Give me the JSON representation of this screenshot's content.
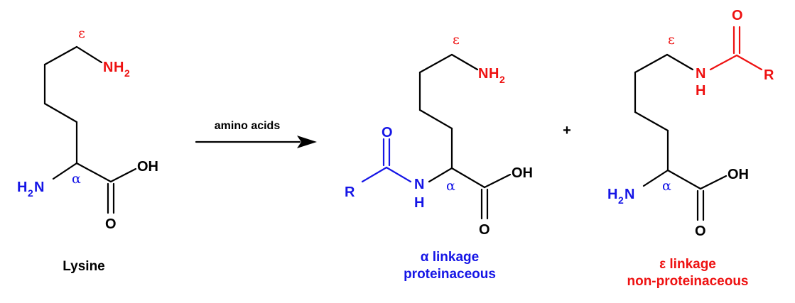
{
  "colors": {
    "black": "#000000",
    "blue": "#1515e6",
    "red": "#ee1111"
  },
  "arrow_label": "amino acids",
  "plus_sign": "+",
  "atoms": {
    "n": "N",
    "h": "H",
    "h2_sub": "2",
    "o": "O",
    "oh": "OH",
    "r": "R",
    "epsilon": "ε",
    "alpha": "α"
  },
  "labels": {
    "lysine": "Lysine",
    "alpha_line1": "α linkage",
    "alpha_line2": "proteinaceous",
    "epsilon_line1": "ε linkage",
    "epsilon_line2": "non-proteinaceous"
  }
}
